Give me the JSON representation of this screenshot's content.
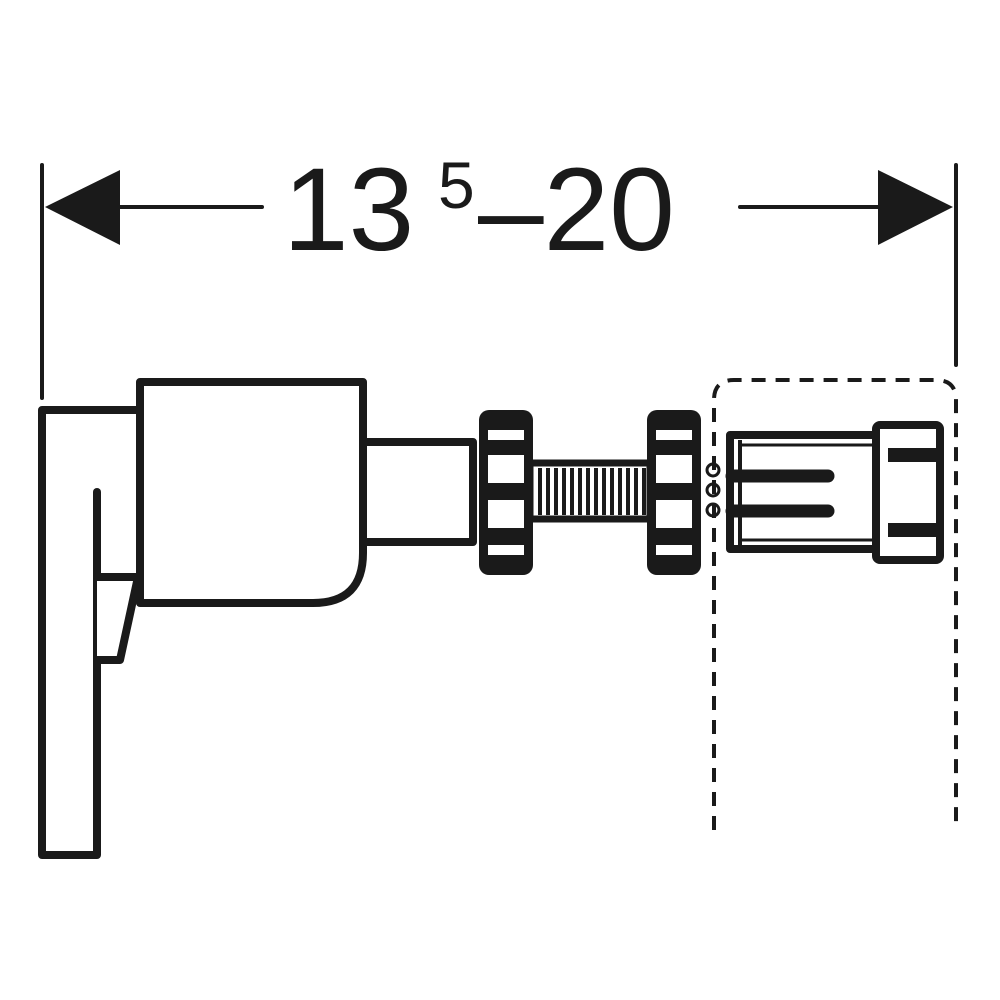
{
  "dimension": {
    "main": "13",
    "superscript": "5",
    "range_end": "–20"
  },
  "colors": {
    "line": "#1a1a1a",
    "background": "#ffffff"
  }
}
